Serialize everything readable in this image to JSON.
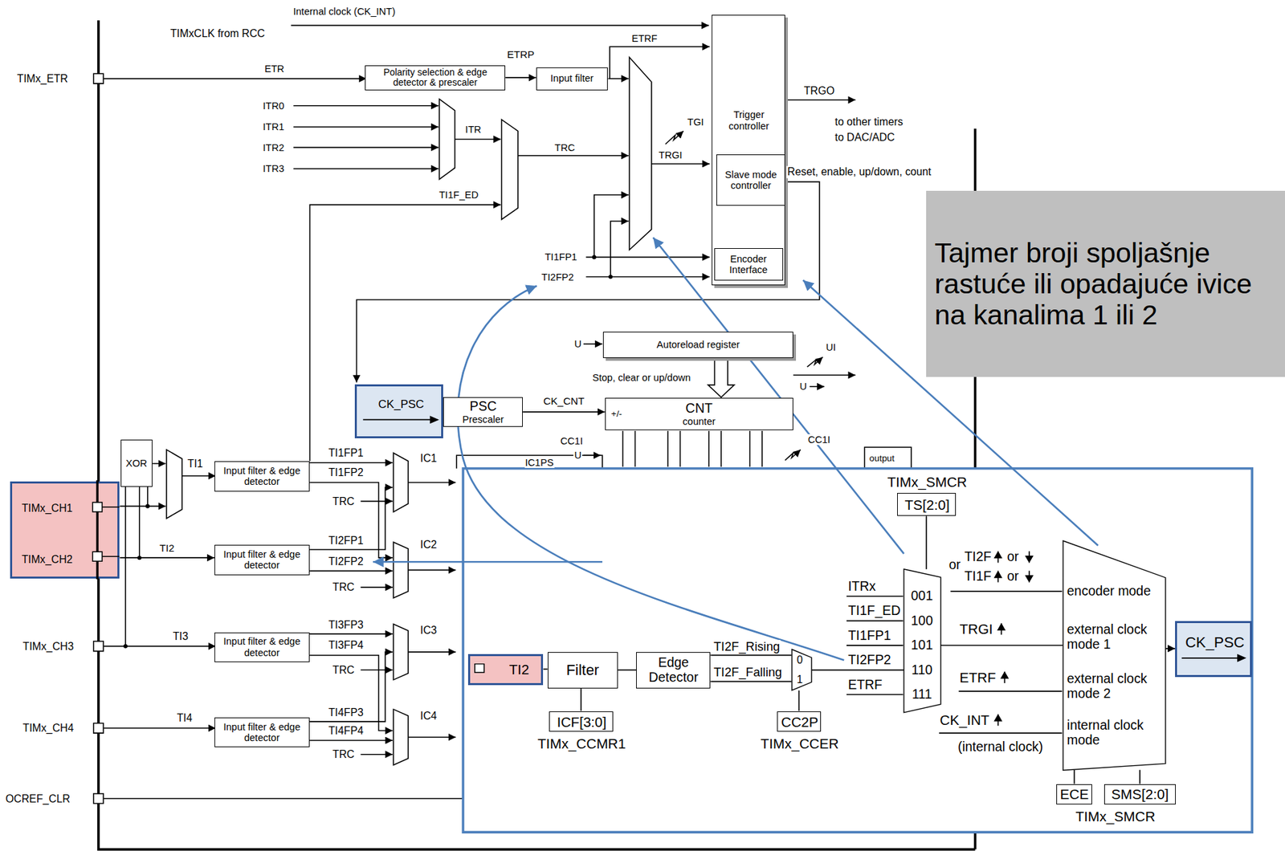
{
  "diagram": {
    "nodes": [
      {
        "text": [
          "Polarity selection & edge detector & prescaler"
        ]
      },
      {
        "text": [
          "Input filter"
        ]
      },
      {
        "text": [
          "Trigger controller"
        ]
      },
      {
        "text": [
          "Slave mode controller"
        ],
        "in": 2
      },
      {
        "text": [
          "Encoder Interface"
        ],
        "in": 2
      },
      {
        "text": [
          "Tajmer broji spoljašnje rastuće ili opadajuće ivice na kanalima 1 ili 2"
        ]
      },
      {
        "text": [
          "Autoreload register"
        ]
      },
      {
        "text": [
          "CK_PSC"
        ]
      },
      {
        "text": [
          "PSC",
          "Prescaler"
        ]
      },
      {
        "text": [
          "CNT",
          "counter"
        ]
      },
      {
        "text": [
          "XOR"
        ]
      },
      {
        "text": [
          "Input filter & edge detector"
        ]
      },
      {
        "text": [
          "TIMx_CH1",
          "TIMx_CH2"
        ]
      },
      {
        "text": [
          "Input filter & edge detector"
        ]
      },
      {
        "text": [
          "Input filter & edge detector"
        ]
      },
      {
        "text": [
          "Input filter & edge detector"
        ]
      },
      {
        "text": [
          "TIMx_SMCR",
          "TS[2:0]"
        ]
      },
      {
        "text": [
          "001",
          "100",
          "101",
          "110",
          "111"
        ]
      },
      {
        "text": [
          "encoder mode",
          "external clock mode 1",
          "external clock mode 2",
          "internal clock mode"
        ]
      },
      {
        "text": [
          "CK_PSC"
        ]
      },
      {
        "text": [
          "TI2"
        ]
      },
      {
        "text": [
          "Filter"
        ]
      },
      {
        "text": [
          "Edge Detector"
        ]
      },
      {
        "text": [
          "0",
          "1"
        ]
      },
      {
        "text": [
          "ICF[3:0]",
          "TIMx_CCMR1"
        ]
      },
      {
        "text": [
          "CC2P",
          "TIMx_CCER"
        ]
      },
      {
        "text": [
          "ECE"
        ]
      },
      {
        "text": [
          "SMS[2:0]"
        ]
      }
    ],
    "edges": [
      {
        "from": 0,
        "to": 1,
        "arrow": "to",
        "label": "ETRP"
      },
      {
        "from": 8,
        "to": 9,
        "arrow": "to",
        "label": "CK_CNT"
      },
      {
        "from": 12,
        "to": 13,
        "arrow": "to",
        "label": "TI2"
      },
      {
        "from": 20,
        "to": 21,
        "arrow": "none"
      },
      {
        "from": 24,
        "to": 21,
        "arrow": "none"
      },
      {
        "from": 21,
        "to": 22,
        "arrow": "none"
      },
      {
        "from": 22,
        "to": 23,
        "arrow": "none"
      },
      {
        "from": 22,
        "to": 23,
        "arrow": "none"
      },
      {
        "from": 25,
        "to": 23,
        "arrow": "none"
      },
      {
        "from": 23,
        "to": 17,
        "arrow": "none"
      },
      {
        "from": 16,
        "to": 17,
        "arrow": "none"
      },
      {
        "from": 17,
        "to": 18,
        "arrow": "none"
      },
      {
        "from": 26,
        "to": 18,
        "arrow": "none"
      },
      {
        "from": 27,
        "to": 18,
        "arrow": "none"
      },
      {
        "from": 18,
        "to": 19,
        "arrow": "to"
      }
    ],
    "labels": [
      "Internal clock (CK_INT)",
      "TIMxCLK from RCC",
      "TIMx_ETR",
      "ETR",
      "ETRF",
      "ITR0",
      "ITR1",
      "ITR2",
      "ITR3",
      "ITR",
      "TRC",
      "TI1F_ED",
      "TGI",
      "TRGI",
      "TRGO",
      "to other timers",
      "to DAC/ADC",
      "Reset, enable, up/down, count",
      "TI1FP1",
      "TI2FP2",
      "U",
      "UI",
      "Stop, clear or up/down",
      "U",
      "+/-",
      "CC1I",
      "U",
      "CC1I",
      "IC1PS",
      "output",
      "TI1",
      "TI1FP1",
      "TI1FP2",
      "IC1",
      "TRC",
      "TI2FP1",
      "TI2FP2",
      "IC2",
      "TRC",
      "TI3",
      "TI3FP3",
      "TI3FP4",
      "IC3",
      "TRC",
      "TI4",
      "TI4FP3",
      "TI4FP4",
      "IC4",
      "TRC",
      "TIMx_CH3",
      "TIMx_CH4",
      "OCREF_CLR",
      "or",
      "TI2F",
      "or",
      "TI1F",
      "or",
      "ITRx",
      "TI1F_ED",
      "TI1FP1",
      "TI2FP2",
      "ETRF",
      "TI2F_Rising",
      "TI2F_Falling",
      "TRGI",
      "ETRF",
      "CK_INT",
      "(internal clock)",
      "TIMx_SMCR"
    ]
  }
}
